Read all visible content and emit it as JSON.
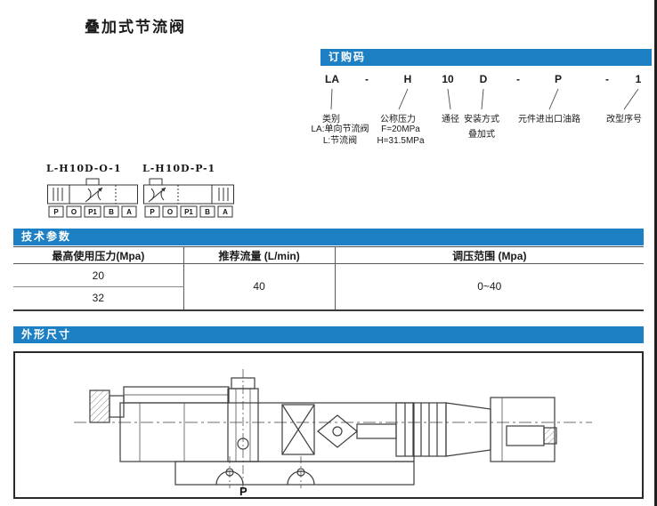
{
  "colors": {
    "header_blue": "#1e80c4"
  },
  "page": {
    "title": "叠加式节流阀"
  },
  "ordering": {
    "header": "订购码",
    "code_parts": [
      "LA",
      "-",
      "H",
      "10",
      "D",
      "-",
      "P",
      "-",
      "1"
    ],
    "groups": {
      "category": {
        "label": "类别",
        "lines": [
          "LA:单向节流阀",
          "L:节流阀"
        ]
      },
      "pressure": {
        "label": "公称压力",
        "lines": [
          "F=20MPa",
          "H=31.5MPa"
        ]
      },
      "bore": {
        "label": "通径"
      },
      "mounting": {
        "label": "安装方式",
        "lines": [
          "叠加式"
        ]
      },
      "ports": {
        "label": "元件进出口油路"
      },
      "revision": {
        "label": "改型序号"
      }
    }
  },
  "symbols": {
    "left": {
      "label": "L-H10D-O-1"
    },
    "right": {
      "label": "L-H10D-P-1"
    },
    "ports": [
      "P",
      "O",
      "P1",
      "B",
      "A"
    ]
  },
  "tech": {
    "header": "技术参数",
    "columns": [
      "最高使用压力(Mpa)",
      "推荐流量 (L/min)",
      "调压范围 (Mpa)"
    ],
    "pressure_rows": [
      "20",
      "32"
    ],
    "flow": "40",
    "range": "0~40"
  },
  "outline": {
    "header": "外形尺寸",
    "port_label": "P"
  }
}
